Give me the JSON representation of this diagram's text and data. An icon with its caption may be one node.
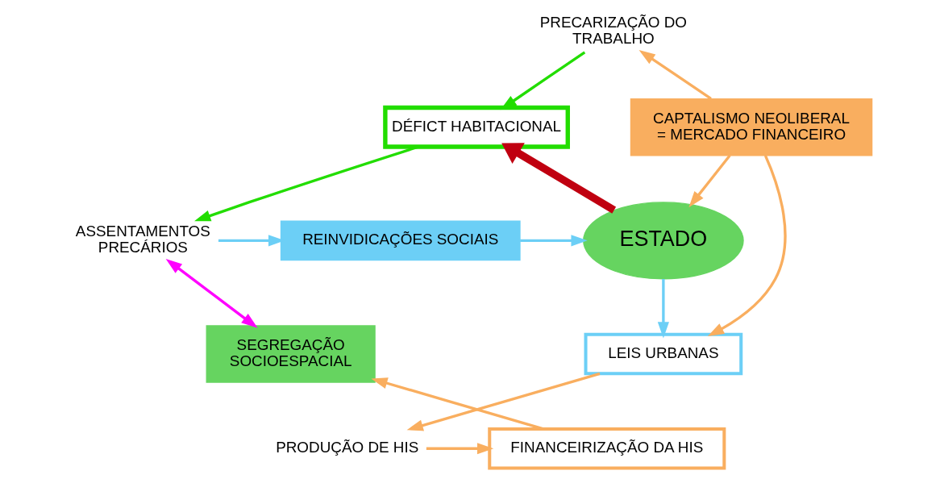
{
  "diagram": {
    "nodes": [
      {
        "text": [
          "PRECARIZAÇÃO DO TRABALHO"
        ]
      },
      {
        "text": [
          "DÉFICT HABITACIONAL"
        ]
      },
      {
        "text": [
          "CAPTALISMO NEOLIBERAL = MERCADO FINANCEIRO"
        ]
      },
      {
        "text": [
          "ASSENTAMENTOS PRECÁRIOS"
        ]
      },
      {
        "text": [
          "ESTADO"
        ]
      },
      {
        "text": [
          "REINVIDICAÇÕES SOCIAIS"
        ]
      },
      {
        "text": [
          "SEGREGAÇÃO SOCIOESPACIAL"
        ]
      },
      {
        "text": [
          "LEIS URBANAS"
        ]
      },
      {
        "text": [
          "FINANCEIRIZAÇÃO DA HIS"
        ]
      },
      {
        "text": [
          "PRODUÇÃO DE HIS"
        ]
      }
    ],
    "edges": [
      {
        "from": 0,
        "to": 1,
        "arrow": "to",
        "color": "#22dd00"
      },
      {
        "from": 2,
        "to": 0,
        "arrow": "to"
      },
      {
        "from": 2,
        "to": 4,
        "arrow": "to"
      },
      {
        "from": 4,
        "to": 1,
        "arrow": "to",
        "style": "thick",
        "color": "#c00010"
      },
      {
        "from": 1,
        "to": 3,
        "arrow": "to",
        "color": "#22dd00"
      },
      {
        "from": 3,
        "to": 6,
        "arrow": "both",
        "color": "#ff00ff"
      },
      {
        "from": 3,
        "to": 5,
        "arrow": "to",
        "color": "#6ccff6"
      },
      {
        "from": 5,
        "to": 4,
        "arrow": "to",
        "color": "#6ccff6"
      },
      {
        "from": 4,
        "to": 7,
        "arrow": "to",
        "color": "#6ccff6"
      },
      {
        "from": 2,
        "to": 7,
        "arrow": "to"
      },
      {
        "from": 7,
        "to": 9,
        "arrow": "to"
      },
      {
        "from": 9,
        "to": 8,
        "arrow": "to"
      },
      {
        "from": 8,
        "to": 6,
        "arrow": "to"
      }
    ]
  }
}
